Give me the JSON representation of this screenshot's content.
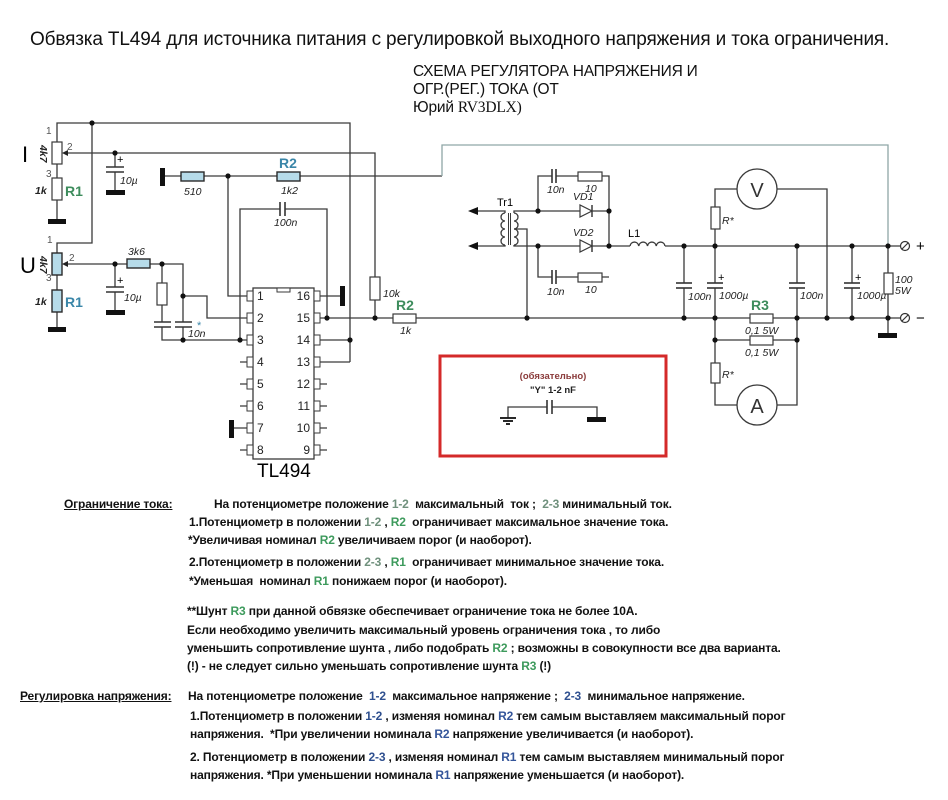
{
  "title": "Обвязка TL494 для источника питания с регулировкой выходного напряжения и тока ограничения.",
  "subtitle": {
    "line1": "СХЕМА РЕГУЛЯТОРА НАПРЯЖЕНИЯ И",
    "line2": "ОГР.(РЕГ.) ТОКА (ОТ",
    "line3_prefix": "Юрий ",
    "line3_callsign": "RV3DLX)"
  },
  "colors": {
    "label_green": "#3d8c5c",
    "label_teal": "#3a86a8",
    "resistor_fill": "#b6dbe9",
    "note_box_border": "#d42a2a",
    "note_caption": "#8a3a3a"
  },
  "schematic": {
    "pot_i": {
      "name": "I",
      "value": "4k7",
      "pin1": "1",
      "pin2": "2",
      "pin3": "3"
    },
    "pot_u": {
      "name": "U",
      "value": "4k7",
      "pin1": "1",
      "pin2": "2",
      "pin3": "3"
    },
    "r1_i": {
      "ref": "R1",
      "value": "1k"
    },
    "r1_u": {
      "ref": "R1",
      "value": "1k"
    },
    "c_i": {
      "value": "10µ",
      "polarity": "+"
    },
    "c_u": {
      "value": "10µ",
      "polarity": "+"
    },
    "r_510": {
      "value": "510"
    },
    "r2_ref": {
      "ref": "R2",
      "value": "1k2"
    },
    "c_fb": {
      "value": "100n"
    },
    "r_3k6": {
      "value": "3k6"
    },
    "c_comp": {
      "value": "10n",
      "mark": "*"
    },
    "ic": {
      "name": "TL494",
      "pins_left": [
        "1",
        "2",
        "3",
        "4",
        "5",
        "6",
        "7",
        "8"
      ],
      "pins_right": [
        "16",
        "15",
        "14",
        "13",
        "12",
        "11",
        "10",
        "9"
      ]
    },
    "r_10k": {
      "value": "10k"
    },
    "r2_out": {
      "ref": "R2",
      "value": "1k"
    },
    "tr1": {
      "ref": "Tr1"
    },
    "vd1": {
      "ref": "VD1"
    },
    "vd2": {
      "ref": "VD2"
    },
    "snubber_top": {
      "cap": "10n",
      "res": "10"
    },
    "snubber_bottom": {
      "cap": "10n",
      "res": "10"
    },
    "l1": {
      "ref": "L1"
    },
    "c_out1": {
      "value": "100n"
    },
    "c_out2": {
      "value": "1000µ",
      "polarity": "+"
    },
    "c_out3": {
      "value": "100n"
    },
    "c_out4": {
      "value": "1000µ",
      "polarity": "+"
    },
    "r_load": {
      "value": "100",
      "power": "5W"
    },
    "r_star_v": {
      "ref": "R*"
    },
    "r_star_a": {
      "ref": "R*"
    },
    "voltmeter": {
      "symbol": "V"
    },
    "ammeter": {
      "symbol": "A"
    },
    "r3": {
      "ref": "R3",
      "value_a": "0,1 5W",
      "value_b": "0,1 5W"
    },
    "terminals": {
      "plus": "+",
      "minus": "−"
    },
    "note_box": {
      "caption": "(обязательно)",
      "part": "\"Y\" 1-2 nF"
    }
  },
  "notes": {
    "current_limit": {
      "heading": "Ограничение тока:",
      "lines": [
        [
          {
            "t": "На потенциометре положение "
          },
          {
            "t": "1-2",
            "s": "hl1"
          },
          {
            "t": "  максимальный  ток ;  "
          },
          {
            "t": "2-3",
            "s": "hl1"
          },
          {
            "t": " минимальный ток."
          }
        ],
        [
          {
            "t": "1.Потенциометр в положении "
          },
          {
            "t": "1-2",
            "s": "hl1"
          },
          {
            "t": " , "
          },
          {
            "t": "R2",
            "s": "ref1"
          },
          {
            "t": "  ограничивает максимальное значение тока."
          }
        ],
        [
          {
            "t": "*Увеличивая номинал "
          },
          {
            "t": "R2",
            "s": "ref1"
          },
          {
            "t": " увеличиваем порог (и наоборот)."
          }
        ],
        [
          {
            "t": "2.Потенциометр в положении "
          },
          {
            "t": "2-3",
            "s": "hl1"
          },
          {
            "t": " , "
          },
          {
            "t": "R1",
            "s": "ref1"
          },
          {
            "t": "  ограничивает минимальное значение тока."
          }
        ],
        [
          {
            "t": "*Уменьшая  номинал "
          },
          {
            "t": "R1",
            "s": "ref1"
          },
          {
            "t": " понижаем порог (и наоборот)."
          }
        ],
        [
          {
            "t": "**Шунт "
          },
          {
            "t": "R3",
            "s": "ref1"
          },
          {
            "t": " при данной обвязке обеспечивает ограничение тока не более 10А."
          }
        ],
        [
          {
            "t": "Если необходимо увеличить максимальный уровень ограничения тока , то либо"
          }
        ],
        [
          {
            "t": "уменьшить сопротивление шунта , либо подобрать "
          },
          {
            "t": "R2",
            "s": "ref1"
          },
          {
            "t": " ; возможны в совокупности все два варианта."
          }
        ],
        [
          {
            "t": "(!) - не следует сильно уменьшать сопротивление шунта "
          },
          {
            "t": "R3",
            "s": "ref1"
          },
          {
            "t": " (!)"
          }
        ]
      ]
    },
    "voltage_reg": {
      "heading": "Регулировка напряжения:",
      "lines": [
        [
          {
            "t": "На потенциометре положение  "
          },
          {
            "t": "1-2",
            "s": "hl2"
          },
          {
            "t": "  максимальное напряжение ;  "
          },
          {
            "t": "2-3",
            "s": "hl2"
          },
          {
            "t": "  минимальное напряжение."
          }
        ],
        [
          {
            "t": "1.Потенциометр в положении "
          },
          {
            "t": "1-2",
            "s": "hl2"
          },
          {
            "t": " , изменяя номинал "
          },
          {
            "t": "R2",
            "s": "ref2"
          },
          {
            "t": " тем самым выставляем максимальный порог"
          }
        ],
        [
          {
            "t": "напряжения.  *При увеличении номинала "
          },
          {
            "t": "R2",
            "s": "ref2"
          },
          {
            "t": " напряжение увеличивается (и наоборот)."
          }
        ],
        [
          {
            "t": "2. Потенциометр в положении "
          },
          {
            "t": "2-3",
            "s": "hl2"
          },
          {
            "t": " , изменяя номинал "
          },
          {
            "t": "R1",
            "s": "ref2"
          },
          {
            "t": " тем самым выставляем минимальный порог"
          }
        ],
        [
          {
            "t": "напряжения. *При уменьшении номинала "
          },
          {
            "t": "R1",
            "s": "ref2"
          },
          {
            "t": " напряжение уменьшается (и наоборот)."
          }
        ]
      ]
    }
  }
}
